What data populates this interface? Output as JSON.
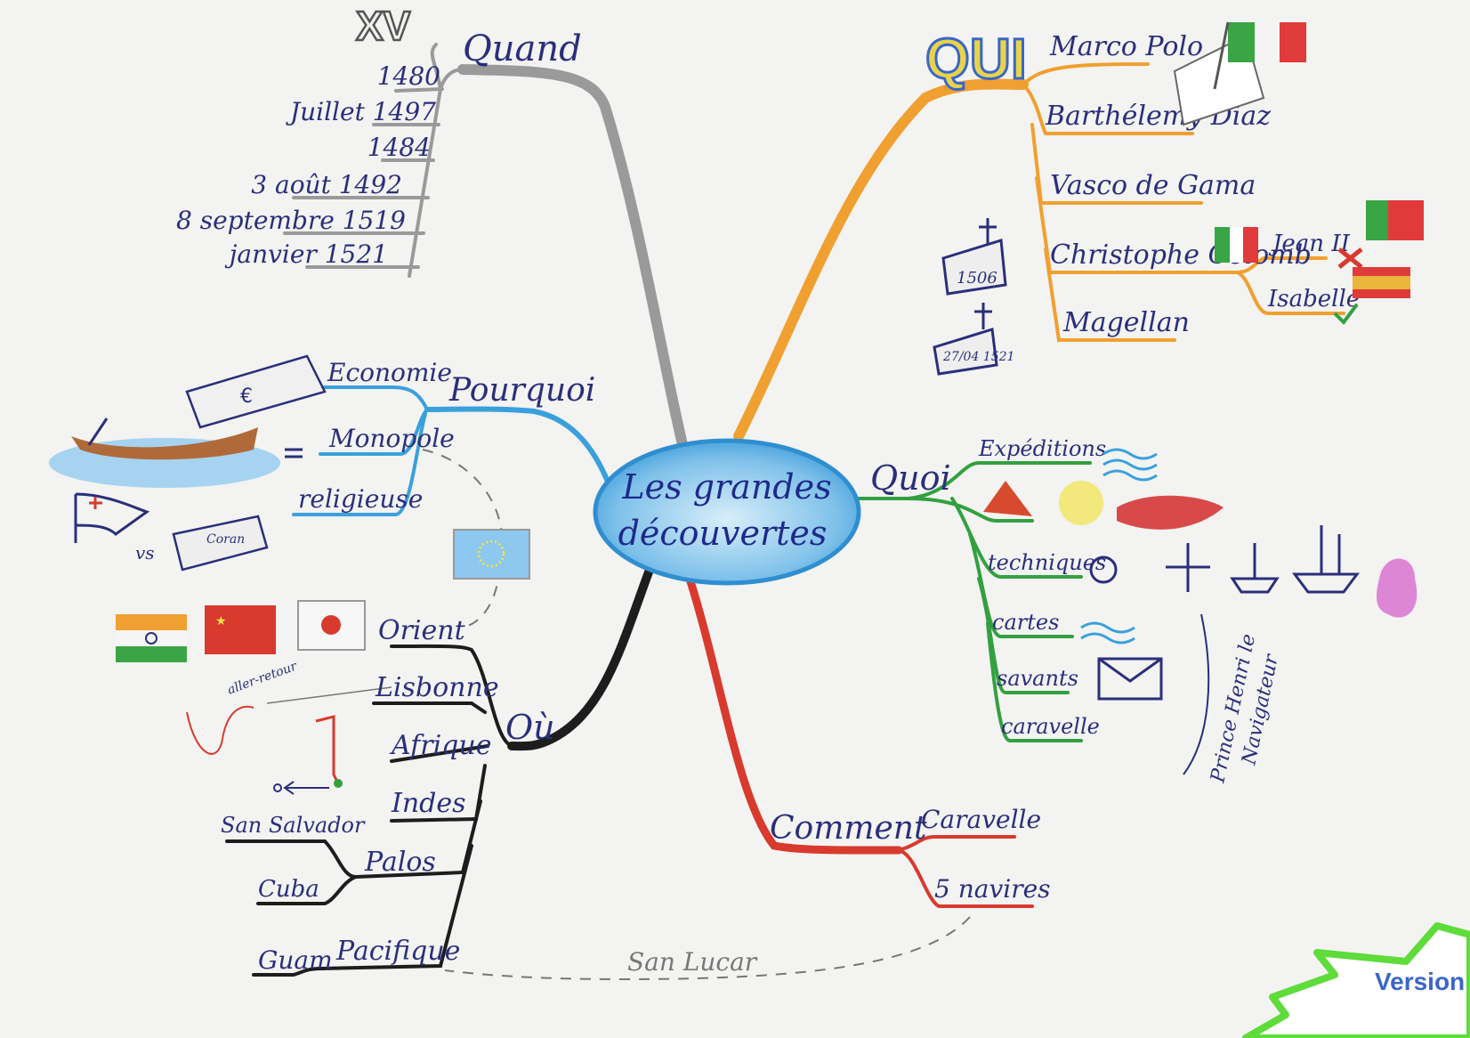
{
  "center": "Les grandes découvertes",
  "colors": {
    "quand": "#9a9a9a",
    "qui": "#f0a030",
    "quoi": "#33a040",
    "comment": "#d83a2e",
    "ou": "#1d1d1d",
    "pourquoi": "#3aa0dc",
    "ink": "#2a2f7a",
    "badge": "#5ddc3a"
  },
  "branches": {
    "quand": {
      "label": "Quand",
      "century": "XV",
      "items": [
        "1480",
        "Juillet 1497",
        "1484",
        "3 août 1492",
        "8 septembre 1519",
        "janvier 1521"
      ]
    },
    "qui": {
      "label": "QUI",
      "items": [
        "Marco Polo",
        "Barthélemy Diaz",
        "Vasco de Gama",
        "Christophe Colomb",
        "Magellan"
      ],
      "colomb_sub": [
        "Jean II",
        "Isabelle"
      ],
      "tomb1": "1506",
      "tomb2": "27/04 1521"
    },
    "quoi": {
      "label": "Quoi",
      "items": [
        "Expéditions",
        "techniques",
        "cartes",
        "savants",
        "caravelle"
      ],
      "prince": [
        "Prince Henri le",
        "Navigateur"
      ]
    },
    "comment": {
      "label": "Comment",
      "items": [
        "Caravelle",
        "5 navires"
      ],
      "link": "San Lucar"
    },
    "ou": {
      "label": "Où",
      "items": [
        "Orient",
        "Lisbonne",
        "Afrique",
        "Indes",
        "Palos",
        "Pacifique"
      ],
      "palos_sub": [
        "San Salvador",
        "Cuba"
      ],
      "pacifique_sub": [
        "Guam"
      ],
      "lisbonne_note": "aller-retour"
    },
    "pourquoi": {
      "label": "Pourquoi",
      "items": [
        "Economie",
        "Monopole",
        "religieuse"
      ],
      "vs": "vs",
      "book": "Coran"
    }
  },
  "badge": {
    "label": "Version"
  }
}
